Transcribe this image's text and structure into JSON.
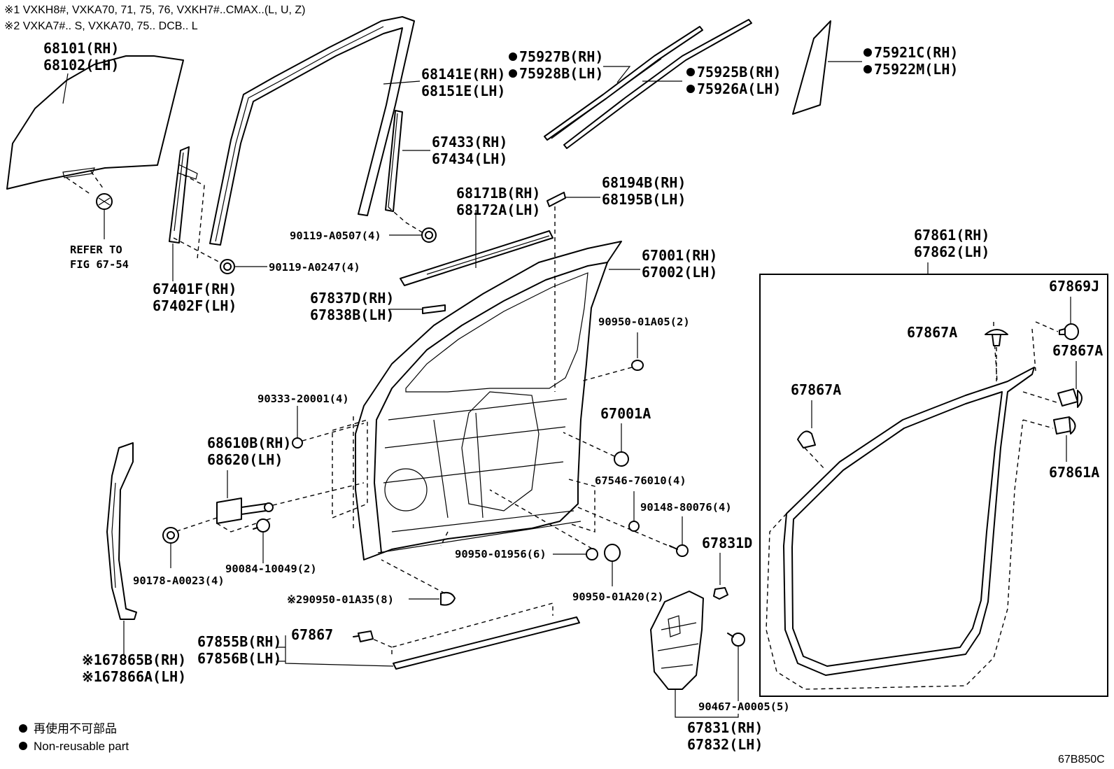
{
  "notes": {
    "note1": "※1 VXKH8#, VXKA70, 71, 75, 76, VXKH7#..CMAX..(L, U, Z)",
    "note2": "※2 VXKA7#.. S, VXKA70, 75.. DCB.. L"
  },
  "labels": {
    "p68101": "68101(RH)",
    "p68102": "68102(LH)",
    "p68141": "68141E(RH)",
    "p68151": "68151E(LH)",
    "p75927": "75927B(RH)",
    "p75928": "75928B(LH)",
    "p75925": "75925B(RH)",
    "p75926": "75926A(LH)",
    "p75921": "75921C(RH)",
    "p75922": "75922M(LH)",
    "p67433": "67433(RH)",
    "p67434": "67434(LH)",
    "p68171": "68171B(RH)",
    "p68172": "68172A(LH)",
    "p68194": "68194B(RH)",
    "p68195": "68195B(LH)",
    "p90119a": "90119-A0507(4)",
    "refer1": "REFER TO",
    "refer2": "FIG 67-54",
    "p90119b": "90119-A0247(4)",
    "p67401": "67401F(RH)",
    "p67402": "67402F(LH)",
    "p67001": "67001(RH)",
    "p67002": "67002(LH)",
    "p67837": "67837D(RH)",
    "p67838": "67838B(LH)",
    "p90950a": "90950-01A05(2)",
    "p90333": "90333-20001(4)",
    "p67001A": "67001A",
    "p68610": "68610B(RH)",
    "p68620": "68620(LH)",
    "p67546": "67546-76010(4)",
    "p90148": "90148-80076(4)",
    "p90178": "90178-A0023(4)",
    "p90084": "90084-10049(2)",
    "p90950b": "90950-01956(6)",
    "p90950c": "90950-01A20(2)",
    "p90950d": "※290950-01A35(8)",
    "p67831D": "67831D",
    "p67855": "67855B(RH)",
    "p67856": "67856B(LH)",
    "p67867": "67867",
    "p67865": "※167865B(RH)",
    "p67866": "※167866A(LH)",
    "p90467": "90467-A0005(5)",
    "p67831": "67831(RH)",
    "p67832": "67832(LH)",
    "p67861": "67861(RH)",
    "p67862": "67862(LH)",
    "p67869J": "67869J",
    "p67867A_1": "67867A",
    "p67867A_2": "67867A",
    "p67867A_3": "67867A",
    "p67861A": "67861A"
  },
  "legend": {
    "jp": "再使用不可部品",
    "en": "Non-reusable part"
  },
  "figure_code": "67B850C"
}
